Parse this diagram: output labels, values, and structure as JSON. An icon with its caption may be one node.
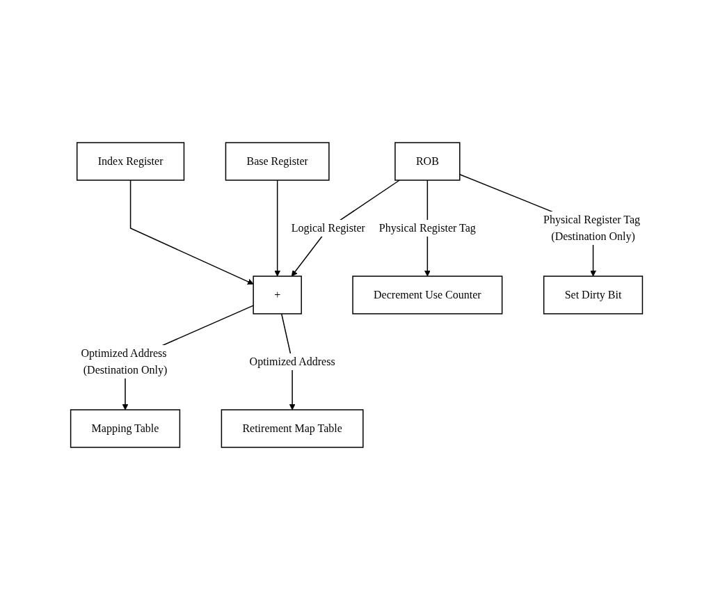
{
  "diagram": {
    "nodes": [
      {
        "text": [
          "ROB"
        ]
      },
      {
        "text": [
          "Base Register"
        ]
      },
      {
        "text": [
          "+"
        ]
      },
      {
        "text": [
          "Index Register"
        ]
      },
      {
        "text": [
          "Decrement Use Counter"
        ]
      },
      {
        "text": [
          "Mapping Table"
        ]
      },
      {
        "text": [
          "Retirement Map Table"
        ]
      },
      {
        "text": [
          "Set Dirty Bit"
        ]
      }
    ],
    "edges": [
      {
        "from": 0,
        "to": 4,
        "arrow": "to",
        "label": "Physical Register Tag"
      },
      {
        "from": 0,
        "to": 7,
        "arrow": "to",
        "label": "Physical Register Tag (Destination Only)"
      },
      {
        "from": 0,
        "to": 2,
        "arrow": "to",
        "label": "Logical Register"
      },
      {
        "from": 1,
        "to": 2,
        "arrow": "to"
      },
      {
        "from": 3,
        "to": 2,
        "arrow": "to"
      },
      {
        "from": 2,
        "to": 5,
        "arrow": "to",
        "label": "Optimized Address (Destination Only)"
      },
      {
        "from": 2,
        "to": 6,
        "arrow": "to",
        "label": "Optimized Address"
      }
    ]
  }
}
